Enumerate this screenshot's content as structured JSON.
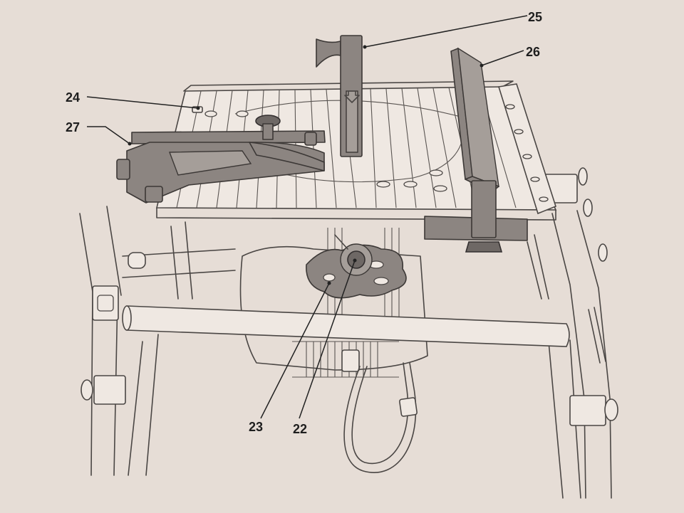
{
  "callouts": {
    "c22": "22",
    "c23": "23",
    "c24": "24",
    "c25": "25",
    "c26": "26",
    "c27": "27"
  },
  "colors": {
    "paper": "#e4dbd4",
    "line": "#4a4644",
    "shaded_part": "#8c8581"
  }
}
